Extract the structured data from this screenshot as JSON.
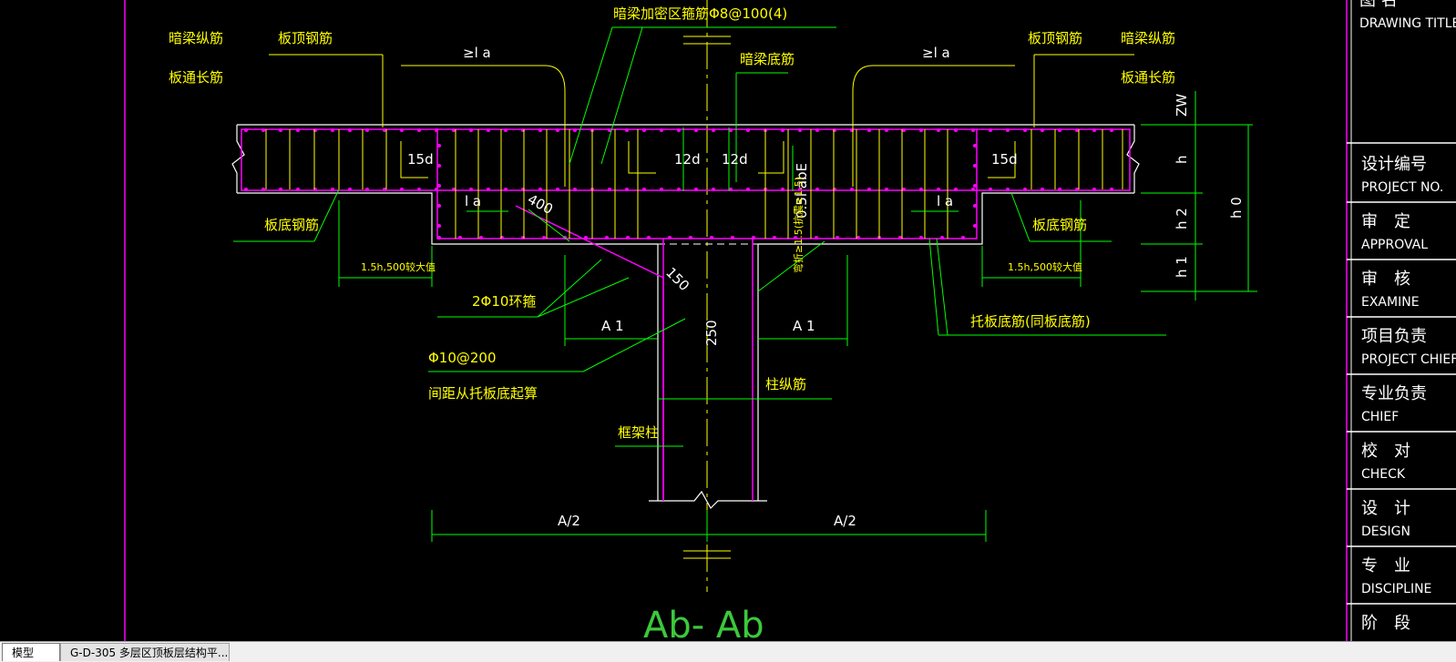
{
  "drawing": {
    "title": "Ab- Ab",
    "labels": {
      "dark_beam_long_l": "暗梁纵筋",
      "slab_through_l": "板通长筋",
      "slab_top_l": "板顶钢筋",
      "dark_beam_stirrup": "暗梁加密区箍筋Φ8@100(4)",
      "dark_beam_bottom": "暗梁底筋",
      "la_top_left": "≥l a",
      "la_top_right": "≥l a",
      "slab_top_r": "板顶钢筋",
      "dark_beam_long_r": "暗梁纵筋",
      "slab_through_r": "板通长筋",
      "d15_left": "15d",
      "d12_left": "12d",
      "d12_right": "12d",
      "d15_right": "15d",
      "abe": "0.5l abE",
      "la_left": "l a",
      "la_right": "l a",
      "dim_400": "400",
      "slab_bottom_l": "板底钢筋",
      "slab_bottom_r": "板底钢筋",
      "anchor_l": "1.5h,500较大值",
      "anchor_r": "1.5h,500较大值",
      "dim_150": "150",
      "ring_bar": "2Φ10环箍",
      "anchor_note": "弯折≥1.5(抗震≥1.5)",
      "a1_left": "A 1",
      "a1_right": "A 1",
      "dim_250": "250",
      "drop_panel_bottom": "托板底筋(同板底筋)",
      "stirrup_spec": "Φ10@200",
      "spacing_note": "间距从托板底起算",
      "column_long": "柱纵筋",
      "frame_column": "框架柱",
      "half_a_left": "A/2",
      "half_a_right": "A/2",
      "zw": "ZW",
      "h": "h",
      "h2": "h 2",
      "h1": "h 1",
      "h0": "h 0"
    },
    "title_block": {
      "drawing_title_cn": "图 名",
      "drawing_title_en": "DRAWING TITLE",
      "rows": [
        {
          "cn": "设计编号",
          "en": "PROJECT NO."
        },
        {
          "cn": "审　定",
          "en": "APPROVAL"
        },
        {
          "cn": "审　核",
          "en": "EXAMINE"
        },
        {
          "cn": "项目负责",
          "en": "PROJECT CHIEF"
        },
        {
          "cn": "专业负责",
          "en": "CHIEF"
        },
        {
          "cn": "校　对",
          "en": "CHECK"
        },
        {
          "cn": "设　计",
          "en": "DESIGN"
        },
        {
          "cn": "专　业",
          "en": "DISCIPLINE"
        },
        {
          "cn": "阶　段",
          "en": ""
        }
      ]
    },
    "colors": {
      "background": "#000000",
      "slab_outline": "#ff00ff",
      "rebar": "#ffff00",
      "dimension": "#00ff00",
      "outline": "#ffffff",
      "title": "#3cc83c"
    }
  },
  "tabs": {
    "model": "模型",
    "layout": "G-D-305 多层区顶板层结构平..."
  }
}
